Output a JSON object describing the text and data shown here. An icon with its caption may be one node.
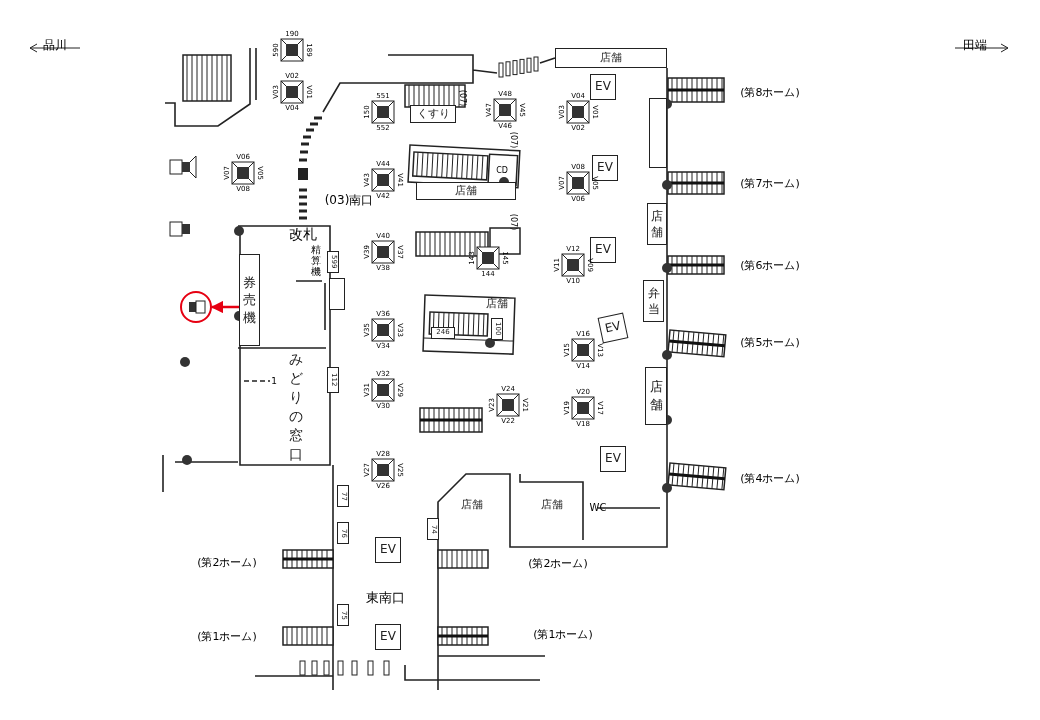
{
  "diagram": {
    "nodes": [
      {
        "text": [
          "店舗"
        ]
      },
      {
        "text": [
          "EV"
        ]
      },
      {
        "text": [
          "店舗"
        ]
      },
      {
        "text": [
          "弁当"
        ]
      },
      {
        "text": [
          "店舗"
        ]
      },
      {
        "text": [
          "EV"
        ]
      },
      {
        "text": [
          "EV"
        ]
      },
      {
        "text": [
          "EV"
        ]
      },
      {
        "text": [
          "EV"
        ]
      },
      {
        "text": [
          "券売機"
        ]
      },
      {
        "text": [
          "みどりの窓口"
        ]
      },
      {
        "text": [
          "店舗"
        ]
      },
      {
        "text": [
          "店舗"
        ]
      },
      {
        "text": [
          "EV"
        ]
      },
      {
        "text": [
          "EV"
        ]
      },
      {
        "text": [
          "くすり"
        ]
      },
      {
        "text": [
          "店舗"
        ]
      },
      {
        "text": [
          "店舗"
        ]
      },
      {
        "text": [],
        "shape": "circle"
      },
      {
        "text": [
          "599"
        ]
      },
      {
        "text": [
          "112"
        ]
      },
      {
        "text": [
          "77"
        ]
      },
      {
        "text": [
          "76"
        ]
      },
      {
        "text": [
          "75"
        ]
      },
      {
        "text": [
          "74"
        ]
      },
      {
        "text": [
          "246"
        ]
      },
      {
        "text": [
          "100"
        ]
      },
      {
        "text": [],
        "shape": "box"
      },
      {
        "text": [],
        "shape": "box"
      }
    ],
    "edges": [
      {
        "from": 9,
        "to": 18,
        "arrow": "to",
        "color": "#e60012"
      }
    ],
    "labels": [
      "品川",
      "田端",
      "(03)南口",
      "改札",
      "精算機",
      "東南口",
      "WC",
      "(第8ホーム)",
      "(第7ホーム)",
      "(第6ホーム)",
      "(第5ホーム)",
      "(第4ホーム)",
      "(第2ホーム)",
      "(第2ホーム)",
      "(第1ホーム)",
      "(第1ホーム)",
      "1",
      "(07)",
      "(07)",
      "(07)",
      "CD",
      "190",
      "590",
      "189",
      "V02",
      "V03",
      "V04",
      "V01",
      "V06",
      "V07",
      "V08",
      "V05",
      "551",
      "150",
      "552",
      "V44",
      "V43",
      "V42",
      "V41",
      "V40",
      "V39",
      "V38",
      "V37",
      "V36",
      "V35",
      "V34",
      "V33",
      "V32",
      "V31",
      "V30",
      "V29",
      "V28",
      "V27",
      "V26",
      "V25",
      "V48",
      "V47",
      "V46",
      "V45",
      "V04",
      "V03",
      "V02",
      "V01",
      "V08",
      "V07",
      "V06",
      "V05",
      "V12",
      "V11",
      "V10",
      "V09",
      "V16",
      "V15",
      "V14",
      "V13",
      "V24",
      "V23",
      "V22",
      "V21",
      "V20",
      "V19",
      "V18",
      "V17",
      "143",
      "144",
      "145"
    ]
  }
}
